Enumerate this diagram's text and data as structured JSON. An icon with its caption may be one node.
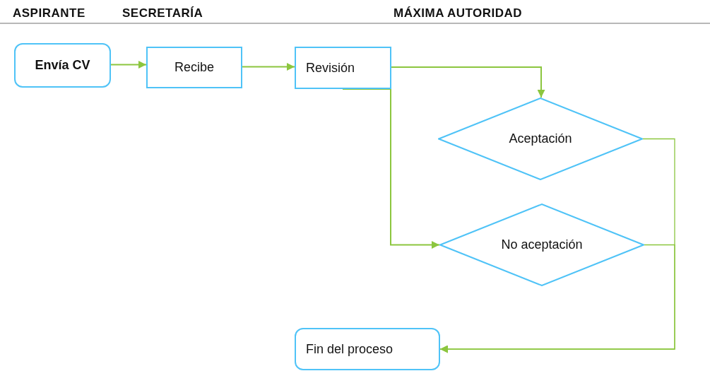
{
  "diagram": {
    "nodes": [
      {
        "text": [
          "Envía CV"
        ]
      },
      {
        "text": [
          "Recibe"
        ]
      },
      {
        "text": [
          "Revisión"
        ]
      },
      {
        "text": [
          "Aceptación"
        ]
      },
      {
        "text": [
          "No aceptación"
        ]
      },
      {
        "text": [
          "Fin del proceso"
        ]
      }
    ],
    "edges": [
      {
        "from": 0,
        "to": 1,
        "arrow": "to"
      },
      {
        "from": 1,
        "to": 2,
        "arrow": "to"
      },
      {
        "from": 2,
        "to": 3,
        "arrow": "to"
      },
      {
        "from": 2,
        "to": 4,
        "arrow": "to"
      },
      {
        "from": 3,
        "to": 5,
        "arrow": "to"
      },
      {
        "from": 4,
        "to": 5,
        "arrow": "to"
      }
    ],
    "labels": [
      "ASPIRANTE",
      "SECRETARÍA",
      "MÁXIMA AUTORIDAD"
    ]
  }
}
